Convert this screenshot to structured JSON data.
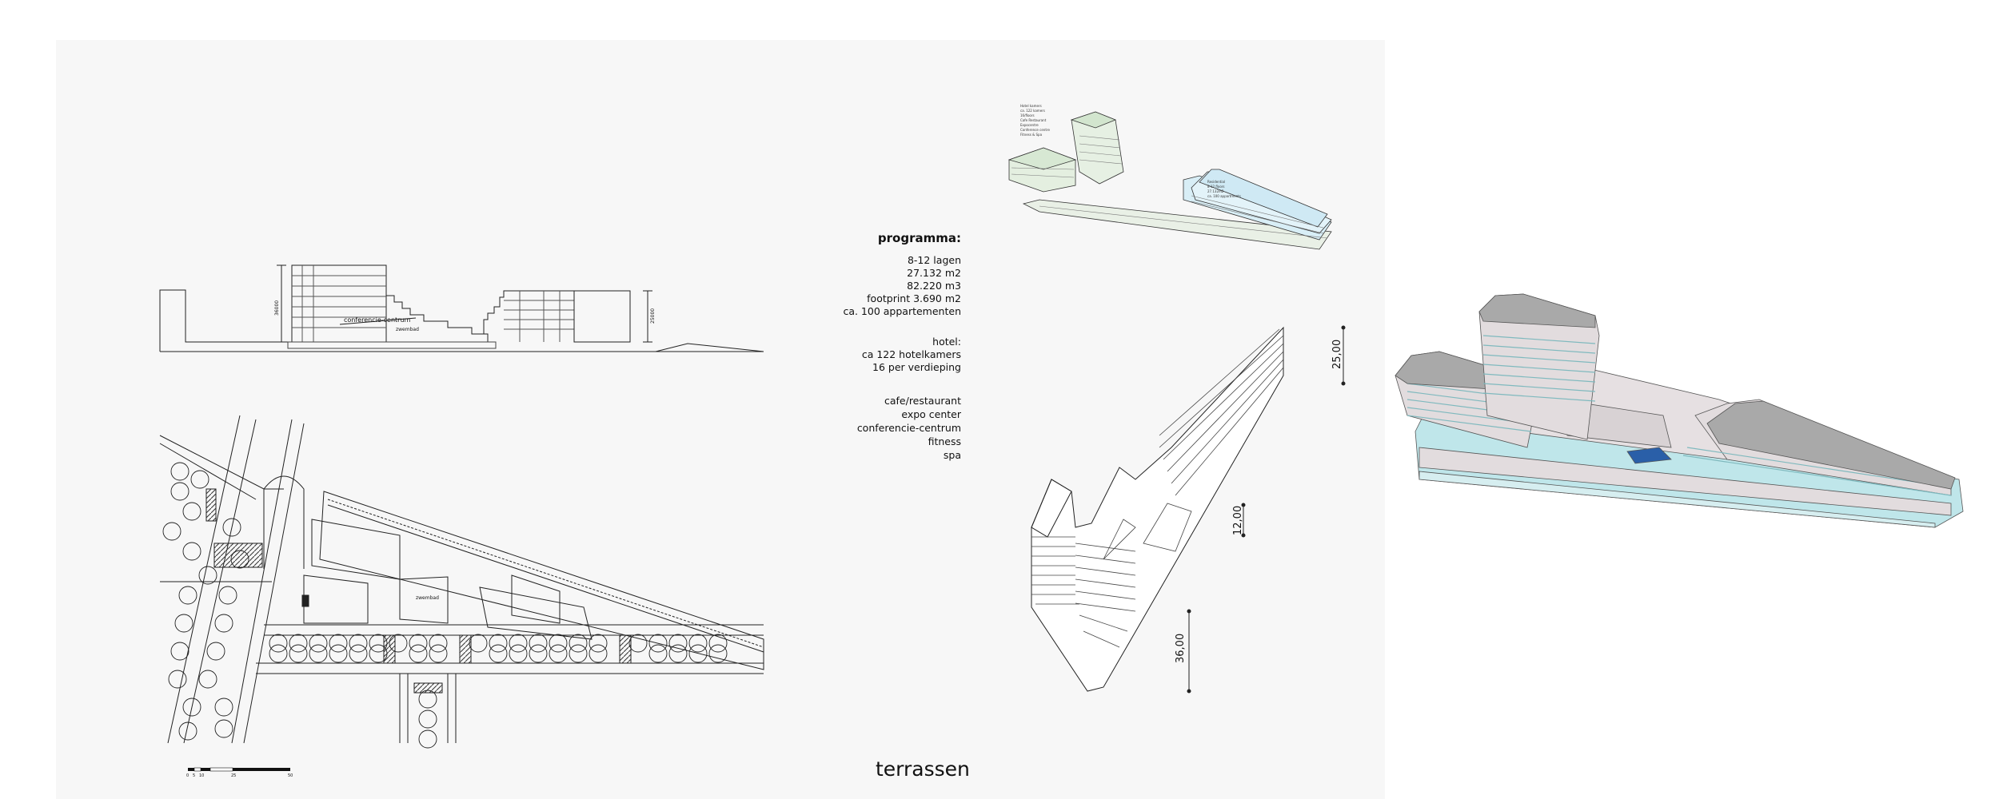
{
  "programma": {
    "heading": "programma:",
    "lines": [
      "8-12 lagen",
      "27.132 m2",
      "82.220 m3",
      "footprint 3.690  m2",
      "ca. 100 appartementen"
    ]
  },
  "hotel": {
    "heading": "hotel:",
    "lines": [
      "ca 122 hotelkamers",
      "16 per verdieping"
    ]
  },
  "functions": [
    "cafe/restaurant",
    "expo center",
    "conferencie-centrum",
    "fitness",
    "spa"
  ],
  "section": {
    "label_conference": "conferencie-centrum",
    "label_pool": "zwembad",
    "dim_left": "36000",
    "dim_right": "25000"
  },
  "plan": {
    "label_pool": "zwembad"
  },
  "scale_bar": [
    "0",
    "5",
    "10",
    "25",
    "50"
  ],
  "axo_labels": {
    "hotel_block": [
      "Hotel kamers",
      "ca. 122 kamers",
      "16/floors",
      "Cafe Restaurant",
      "Expocentre",
      "Conference centre",
      "Fitness & Spa"
    ],
    "residential_block": [
      "Residential",
      "8-12 floors",
      "27.132m2",
      "ca. 100 appartments"
    ]
  },
  "dimensions": [
    "25,00",
    "12,00",
    "36,00"
  ],
  "title": "terrassen",
  "colors": {
    "pool_blue": "#2a5fa8",
    "glass_teal": "#bfe6ea",
    "roof_grey": "#a9a9a9",
    "facade": "#e2dcde"
  }
}
